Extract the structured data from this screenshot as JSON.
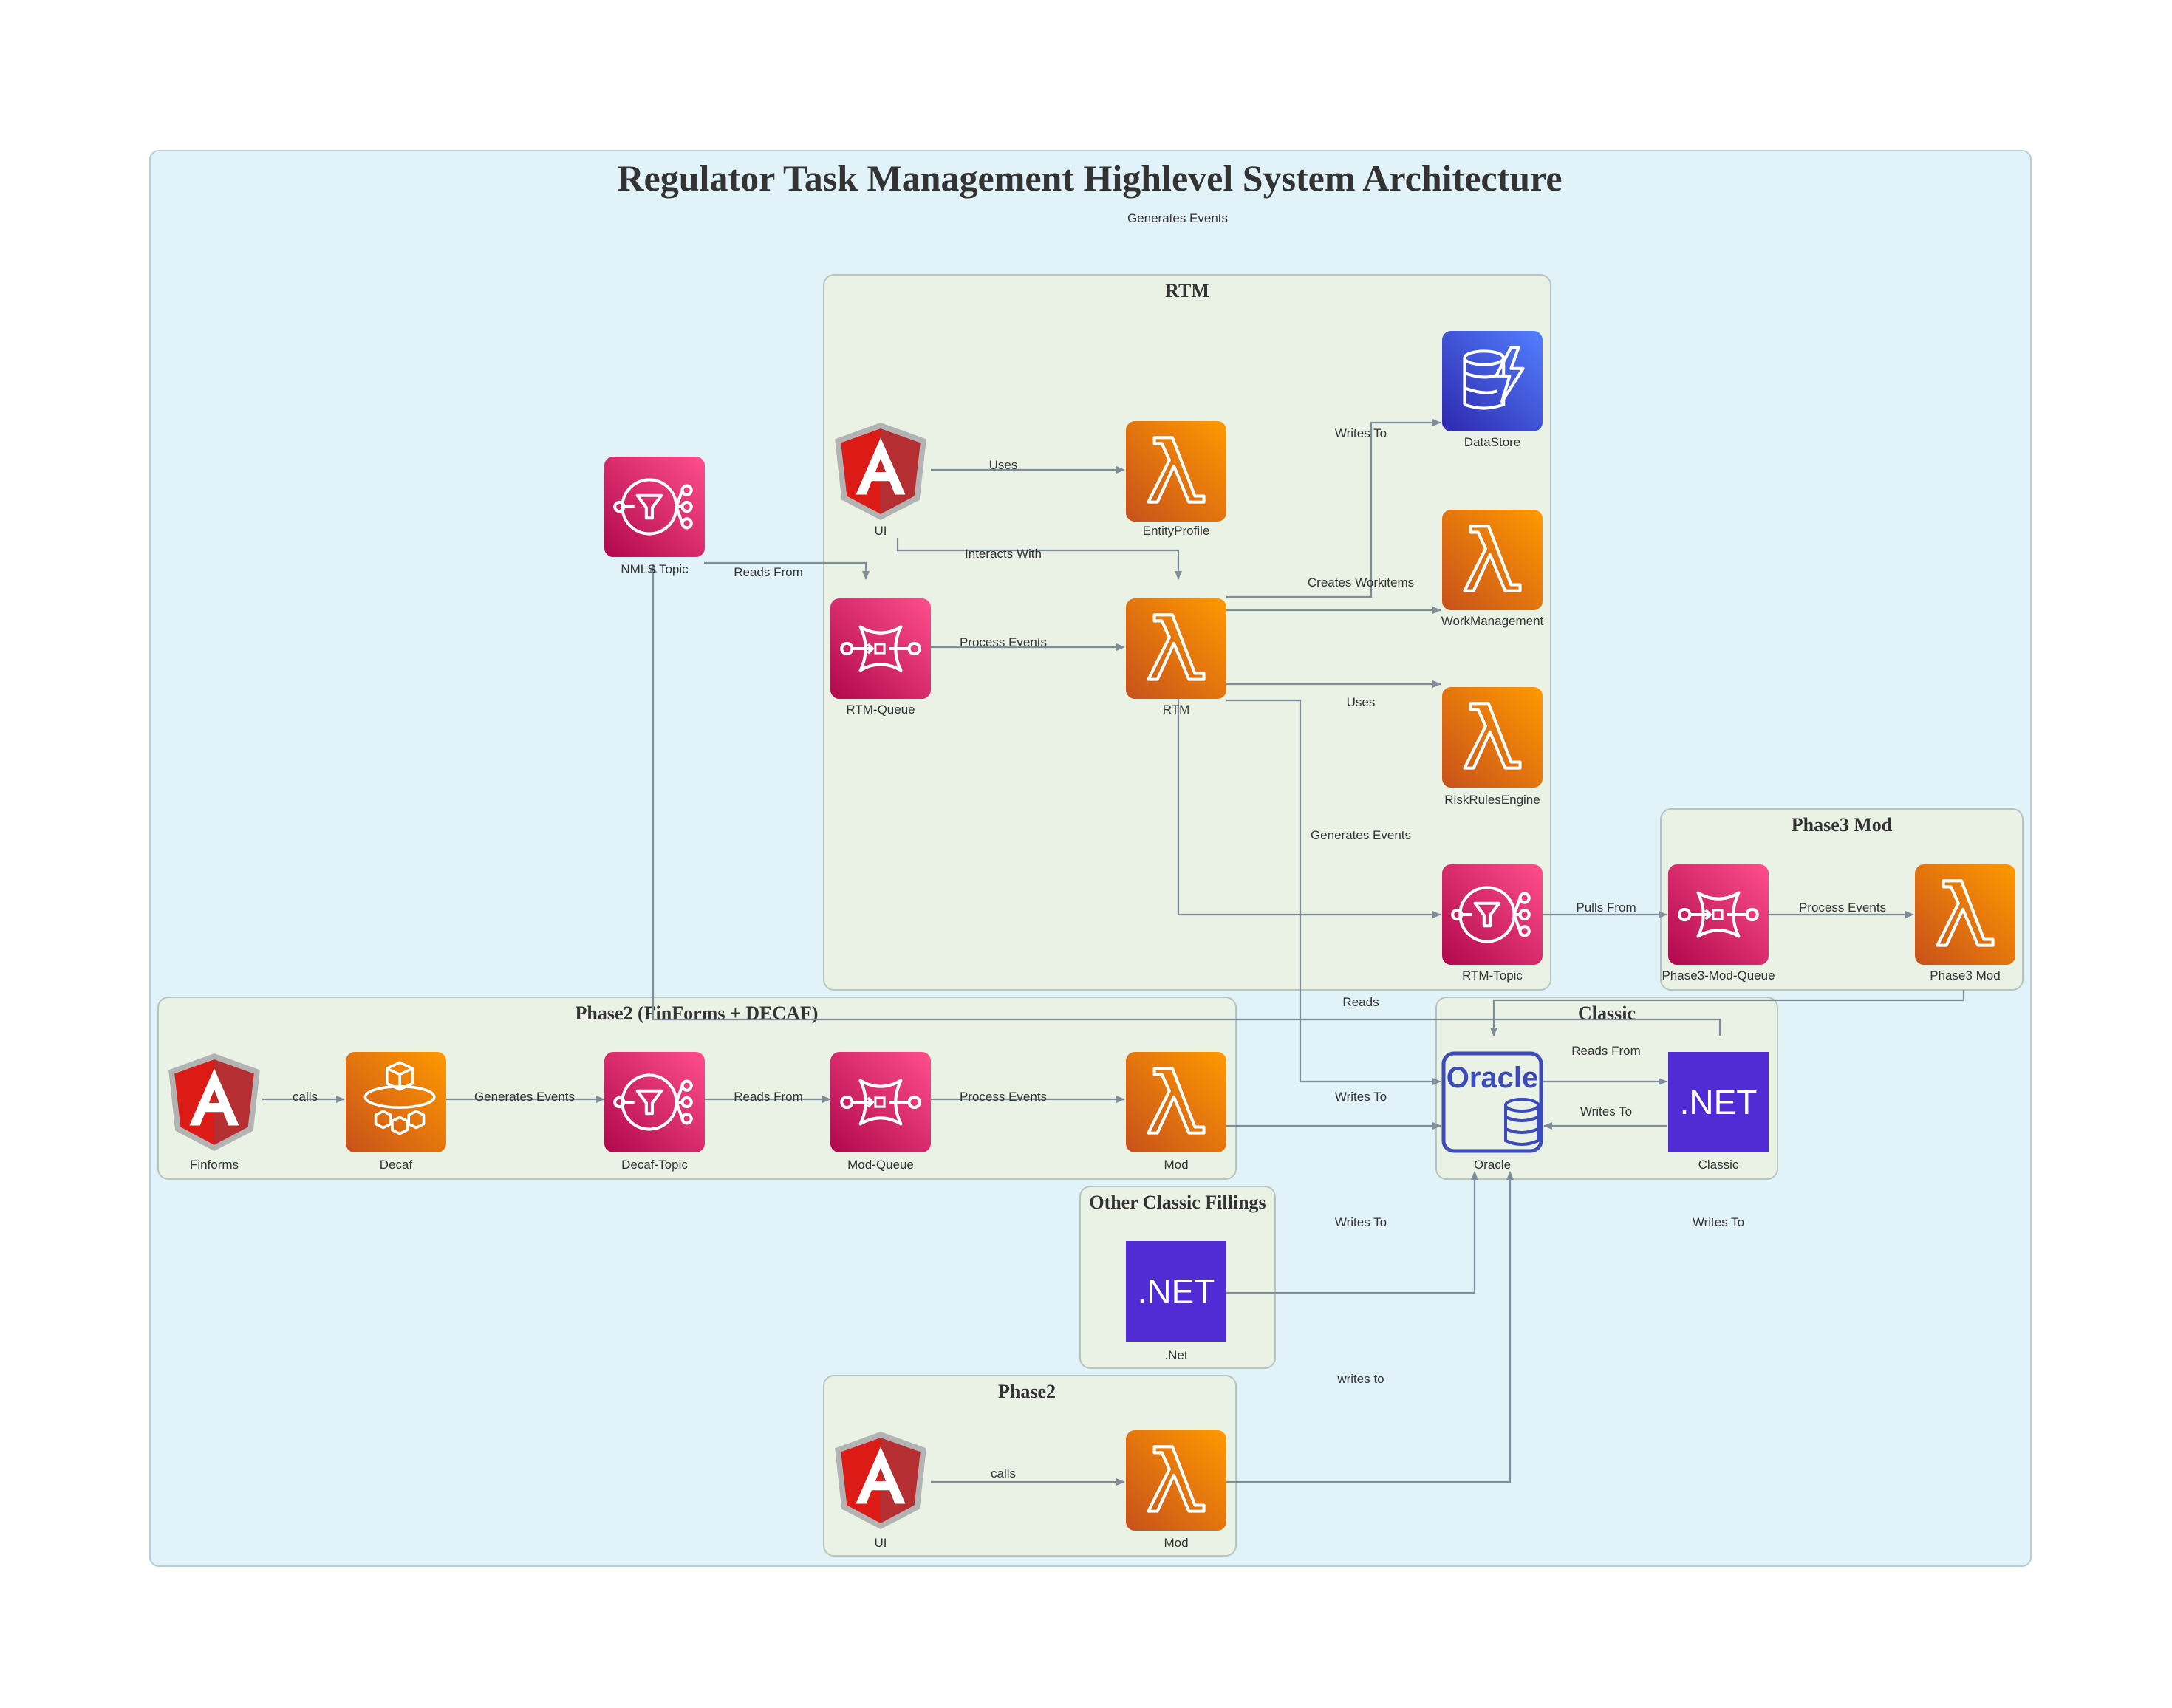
{
  "title": "Regulator Task Management Highlevel System Architecture",
  "clusters": {
    "rtm": "RTM",
    "phase3": "Phase3 Mod",
    "phase2_finforms": "Phase2 (FinForms + DECAF)",
    "classic": "Classic",
    "other_classic": "Other Classic Fillings",
    "phase2": "Phase2"
  },
  "nodes": {
    "nmls_topic": "NMLS Topic",
    "ui_rtm": "UI",
    "entity_profile": "EntityProfile",
    "datastore": "DataStore",
    "work_management": "WorkManagement",
    "risk_rules_engine": "RiskRulesEngine",
    "rtm_queue": "RTM-Queue",
    "rtm": "RTM",
    "rtm_topic": "RTM-Topic",
    "phase3_mod_queue": "Phase3-Mod-Queue",
    "phase3_mod": "Phase3 Mod",
    "finforms": "Finforms",
    "decaf": "Decaf",
    "decaf_topic": "Decaf-Topic",
    "mod_queue": "Mod-Queue",
    "mod_p2ff": "Mod",
    "oracle": "Oracle",
    "classic_net": "Classic",
    "dotnet_other": ".Net",
    "ui_phase2": "UI",
    "mod_phase2": "Mod"
  },
  "icon_text": {
    "oracle_word": "Oracle",
    "net_word": ".NET"
  },
  "edges": {
    "generates_events_top": "Generates Events",
    "uses_entity": "Uses",
    "interacts_with": "Interacts With",
    "writes_to_datastore": "Writes To",
    "reads_from_nmls": "Reads From",
    "process_events_rtm": "Process Events",
    "creates_workitems": "Creates Workitems",
    "uses_risk": "Uses",
    "generates_events_rtm": "Generates Events",
    "pulls_from": "Pulls From",
    "process_events_p3": "Process Events",
    "reads": "Reads",
    "calls_finforms": "calls",
    "generates_events_decaf": "Generates Events",
    "reads_from_decaf": "Reads From",
    "process_events_mod": "Process Events",
    "writes_to_oracle_mod": "Writes To",
    "reads_from_classic": "Reads From",
    "writes_to_classic": "Writes To",
    "writes_to_dotnet": "Writes To",
    "writes_to_right": "Writes To",
    "writes_to_phase2": "writes to",
    "calls_phase2": "calls"
  },
  "colors": {
    "outer_bg": "#e1f2f9",
    "cluster_bg": "#eaf2e6",
    "aws_orange": "#e96c0e",
    "aws_pink": "#d6275f",
    "dynamo_blue": "#3c4ed9",
    "dotnet_purple": "#512bd4",
    "angular_red": "#dd1b16",
    "oracle_blue": "#3c4bb8"
  }
}
